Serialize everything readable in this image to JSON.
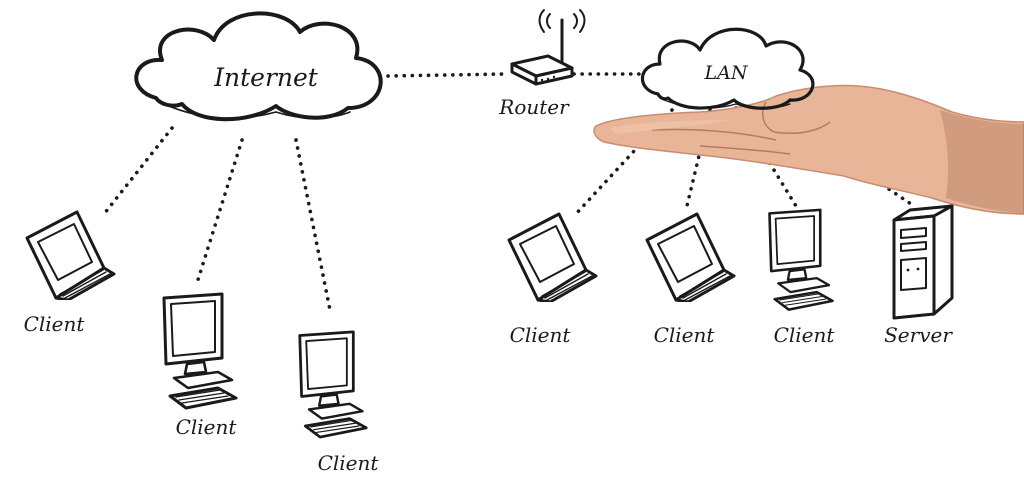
{
  "labels": {
    "internet": "Internet",
    "lan": "LAN",
    "router": "Router",
    "client": "Client",
    "server": "Server"
  },
  "nodes": [
    {
      "id": "internet-cloud",
      "type": "cloud",
      "label": "Internet"
    },
    {
      "id": "router",
      "type": "router",
      "label": "Router"
    },
    {
      "id": "lan-cloud",
      "type": "cloud",
      "label": "LAN"
    },
    {
      "id": "internet-client-1",
      "type": "laptop",
      "label": "Client"
    },
    {
      "id": "internet-client-2",
      "type": "desktop",
      "label": "Client"
    },
    {
      "id": "internet-client-3",
      "type": "desktop",
      "label": "Client"
    },
    {
      "id": "lan-client-1",
      "type": "laptop",
      "label": "Client"
    },
    {
      "id": "lan-client-2",
      "type": "laptop",
      "label": "Client"
    },
    {
      "id": "lan-client-3",
      "type": "desktop",
      "label": "Client"
    },
    {
      "id": "lan-server",
      "type": "server",
      "label": "Server"
    }
  ],
  "edges": [
    {
      "from": "internet-cloud",
      "to": "router",
      "style": "dotted"
    },
    {
      "from": "router",
      "to": "lan-cloud",
      "style": "dotted"
    },
    {
      "from": "internet-cloud",
      "to": "internet-client-1",
      "style": "dotted"
    },
    {
      "from": "internet-cloud",
      "to": "internet-client-2",
      "style": "dotted"
    },
    {
      "from": "internet-cloud",
      "to": "internet-client-3",
      "style": "dotted"
    },
    {
      "from": "lan-cloud",
      "to": "lan-client-1",
      "style": "dotted"
    },
    {
      "from": "lan-cloud",
      "to": "lan-client-2",
      "style": "dotted"
    },
    {
      "from": "lan-cloud",
      "to": "lan-client-3",
      "style": "dotted"
    },
    {
      "from": "lan-cloud",
      "to": "lan-server",
      "style": "dotted"
    }
  ],
  "colors": {
    "ink": "#1a1a1a",
    "background": "#ffffff",
    "skin": "#e8b598"
  }
}
